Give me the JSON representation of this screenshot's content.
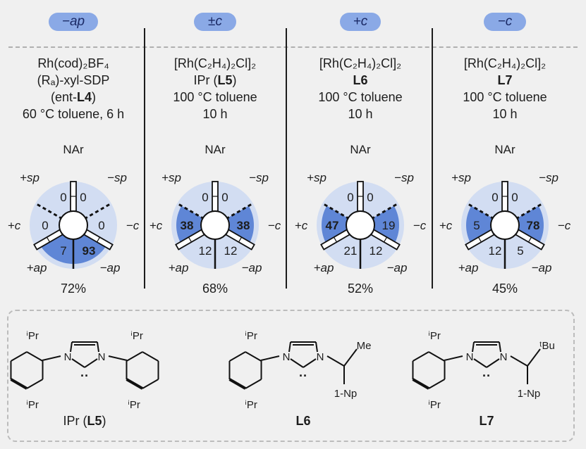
{
  "columns": [
    {
      "badge": "−ap",
      "lines": [
        "Rh(cod)₂BF₄",
        "(Rₐ)-xyl-SDP",
        "(ent-L4)",
        "60 °C toluene, 6 h"
      ],
      "bold_line": 2,
      "values": {
        "plus_sp": "0",
        "minus_sp": "0",
        "plus_c": "0",
        "minus_c": "0",
        "plus_ap": "7",
        "minus_ap": "93"
      },
      "bold_values": [
        "minus_ap"
      ],
      "shade": {
        "plus_c": false,
        "minus_c": false,
        "plus_ap": true,
        "minus_ap": true
      },
      "yield": "72%"
    },
    {
      "badge": "±c",
      "lines": [
        "[Rh(C₂H₄)₂Cl]₂",
        "IPr (L5)",
        "100 °C toluene",
        "10 h"
      ],
      "bold_line": 1,
      "values": {
        "plus_sp": "0",
        "minus_sp": "0",
        "plus_c": "38",
        "minus_c": "38",
        "plus_ap": "12",
        "minus_ap": "12"
      },
      "bold_values": [
        "plus_c",
        "minus_c"
      ],
      "shade": {
        "plus_c": true,
        "minus_c": true,
        "plus_ap": false,
        "minus_ap": false
      },
      "yield": "68%"
    },
    {
      "badge": "+c",
      "lines": [
        "[Rh(C₂H₄)₂Cl]₂",
        "L6",
        "100 °C toluene",
        "10 h"
      ],
      "bold_line": 1,
      "values": {
        "plus_sp": "0",
        "minus_sp": "0",
        "plus_c": "47",
        "minus_c": "19",
        "plus_ap": "21",
        "minus_ap": "12"
      },
      "bold_values": [
        "plus_c"
      ],
      "shade": {
        "plus_c": true,
        "minus_c": true,
        "plus_ap": false,
        "minus_ap": false
      },
      "yield": "52%"
    },
    {
      "badge": "−c",
      "lines": [
        "[Rh(C₂H₄)₂Cl]₂",
        "L7",
        "100 °C toluene",
        "10 h"
      ],
      "bold_line": 1,
      "values": {
        "plus_sp": "0",
        "minus_sp": "0",
        "plus_c": "5",
        "minus_c": "78",
        "plus_ap": "12",
        "minus_ap": "5"
      },
      "bold_values": [
        "minus_c"
      ],
      "shade": {
        "plus_c": true,
        "minus_c": true,
        "plus_ap": false,
        "minus_ap": false
      },
      "yield": "45%"
    }
  ],
  "newman_labels": {
    "top": "NAr",
    "plus_sp": "+sp",
    "minus_sp": "−sp",
    "plus_c": "+c",
    "minus_c": "−c",
    "plus_ap": "+ap",
    "minus_ap": "−ap"
  },
  "ligands": [
    {
      "name": "IPr",
      "code": "L5",
      "substituents": [
        "ⁱPr",
        "ⁱPr",
        "ⁱPr",
        "ⁱPr",
        "N",
        "N"
      ]
    },
    {
      "name": "",
      "code": "L6",
      "substituents": [
        "ⁱPr",
        "ⁱPr",
        "N",
        "N",
        "Me",
        "1-Np"
      ]
    },
    {
      "name": "",
      "code": "L7",
      "substituents": [
        "ⁱPr",
        "ⁱPr",
        "N",
        "N",
        "ᵗBu",
        "1-Np"
      ]
    }
  ],
  "colors": {
    "badge": "#8aa9e6",
    "shade_dark": "#5f86d6",
    "shade_light": "#c4d4f2",
    "text": "#1d1d1d"
  }
}
